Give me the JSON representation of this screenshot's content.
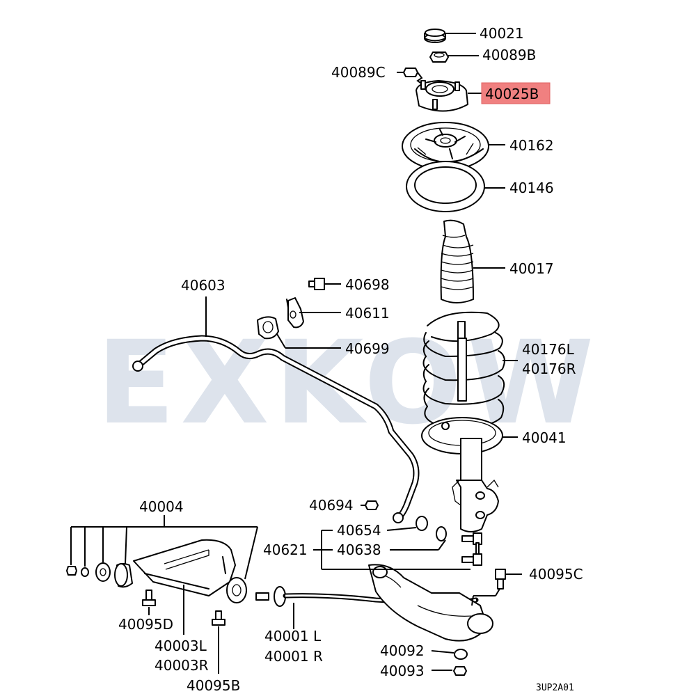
{
  "watermark": "EXKOW",
  "highlight_color": "#f08080",
  "labels": {
    "p40021": "40021",
    "p40089B": "40089B",
    "p40089C": "40089C",
    "p40025B": "40025B",
    "p40162": "40162",
    "p40146": "40146",
    "p40017": "40017",
    "p40603": "40603",
    "p40698": "40698",
    "p40611": "40611",
    "p40699": "40699",
    "p40176L": "40176L",
    "p40176R": "40176R",
    "p40041": "40041",
    "p40004": "40004",
    "p40694": "40694",
    "p40654": "40654",
    "p40621": "40621",
    "p40638": "40638",
    "p40095C": "40095C",
    "p40095D": "40095D",
    "p40003L": "40003L",
    "p40003R": "40003R",
    "p40001L": "40001 L",
    "p40001R": "40001 R",
    "p40092": "40092",
    "p40093": "40093",
    "p40095B": "40095B"
  },
  "diagram_code": "3UP2A01"
}
